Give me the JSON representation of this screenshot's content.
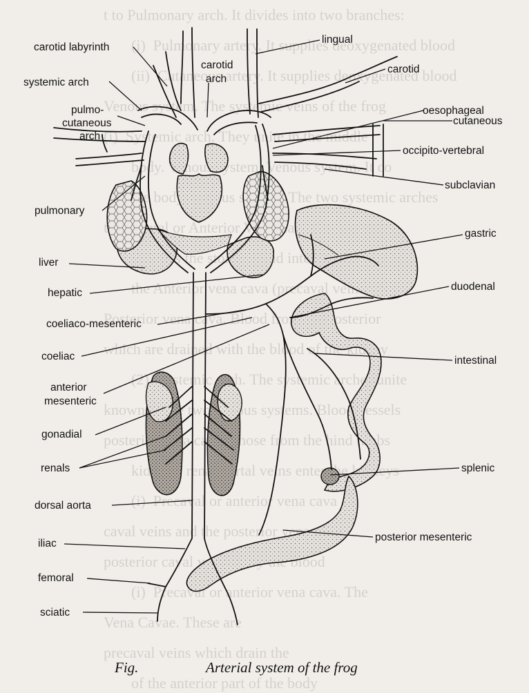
{
  "background_text": [
    "t to Pulmonary arch. It divides into two branches:",
    "(i)  Pulmonary artery. It supplies deoxygenated blood",
    "(ii)  Cutaneous artery. It supplies deoxygenated blood",
    "Venous system. The systemic veins of the frog",
    "(i)  Systemic arch. They unite in the middle",
    "body. Venous system. Venous system. It co",
    "the body. Venous system. The two systemic arches",
    "the Lateral or Anterior Vena Cava. It drains",
    "",
    "supplies the stomach and intestine.",
    "the Anterior vena cava (precaval veins). The",
    "Posterior vena cava. Blood from the posterior",
    "which are drained with the blood of the kidney",
    "",
    "(2)  Systemic arch. The systemic arches unite",
    "known as the two venous systems. Blood vessels",
    "posterior vena cava. Those from the hind limbs",
    "kidneys. renal portal veins enter the kidneys",
    "(i)  Precaval or anterior vena cava",
    "caval veins and the posterior vena cava",
    "posterior caval veins carry the blood",
    "",
    "(i)  Precaval or anterior vena cava. The",
    "Vena Cavae. These are",
    "precaval veins which drain the",
    "of the anterior part of the body"
  ],
  "labels": {
    "carotid_labyrinth": "carotid labyrinth",
    "lingual": "lingual",
    "carotid_arch_1": "carotid",
    "carotid_arch_2": "arch",
    "carotid": "carotid",
    "systemic_arch": "systemic arch",
    "oesophageal": "oesophageal",
    "pulmo_1": "pulmo-",
    "pulmo_2": "cutaneous",
    "pulmo_3": "arch",
    "cutaneous": "cutaneous",
    "occipito_vertebral": "occipito-vertebral",
    "subclavian": "subclavian",
    "pulmonary": "pulmonary",
    "gastric": "gastric",
    "liver": "liver",
    "hepatic": "hepatic",
    "duodenal": "duodenal",
    "coeliaco_mesenteric": "coeliaco-mesenteric",
    "coeliac": "coeliac",
    "intestinal": "intestinal",
    "anterior_mesenteric_1": "anterior",
    "anterior_mesenteric_2": "mesenteric",
    "gonadial": "gonadial",
    "renals": "renals",
    "splenic": "splenic",
    "dorsal_aorta": "dorsal aorta",
    "iliac": "iliac",
    "posterior_mesenteric": "posterior mesenteric",
    "femoral": "femoral",
    "sciatic": "sciatic"
  },
  "caption": {
    "fig": "Fig.",
    "title": "Arterial system of the frog"
  },
  "colors": {
    "ink": "#111111",
    "paper": "#f1eeea",
    "organ_fill": "#e3dfda",
    "kidney_fill": "#a8a29c",
    "faint_text": "#d4d0cc"
  }
}
